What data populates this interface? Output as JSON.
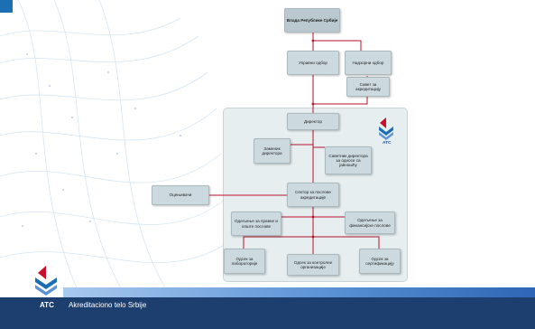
{
  "chart": {
    "nodes": {
      "vlada": "Влада Републике Србије",
      "upravni": "Управни одбор",
      "nadzorni": "Надзорни одбор",
      "savet": "Савет за акредитацију",
      "direktor": "Директор",
      "zamenik": "Заменик директора",
      "savetnik": "Саветник директора за односе са јавношћу",
      "ocenjivaci": "Оцењивачи",
      "sektor": "Сектор за послове акредитације",
      "odeljenje_pravni": "Одељење за правне и опште послове",
      "odeljenje_fin": "Одељење за финансијске послове",
      "odsek_lab": "Одсек за лабораторије",
      "odsek_kontrolne": "Одсек за контролне организације",
      "odsek_sert": "Одсек за сертификацију"
    },
    "logo_label": "ATC",
    "colors": {
      "connector": "#b5122b",
      "node_fill": "#ccdae0",
      "panel_fill": "#e6eef0"
    }
  },
  "footer": {
    "abbr": "ATC",
    "text": "Akreditaciono telo Srbije"
  },
  "colors": {
    "footer_bar": "#1d3f6f",
    "accent_blue": "#1d6fb3"
  }
}
